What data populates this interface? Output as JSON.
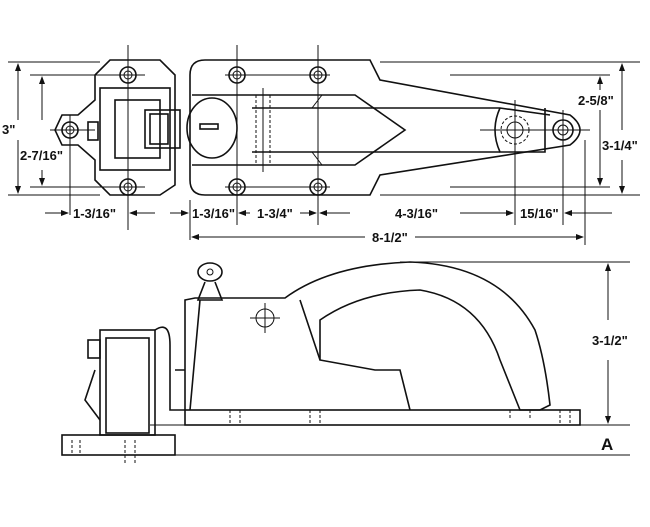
{
  "dimensions": {
    "strike_height": "3\"",
    "strike_hole_spacing": "2-7/16\"",
    "strike_width": "1-3/16\"",
    "latch_hole_offset": "1-3/16\"",
    "latch_hole_spacing": "1-3/4\"",
    "pivot_distance": "4-3/16\"",
    "end_hole_spacing": "15/16\"",
    "overall_length": "8-1/2\"",
    "latch_hole_vertical": "2-5/8\"",
    "latch_height": "3-1/4\"",
    "side_height": "3-1/2\"",
    "offset_label": "A"
  }
}
